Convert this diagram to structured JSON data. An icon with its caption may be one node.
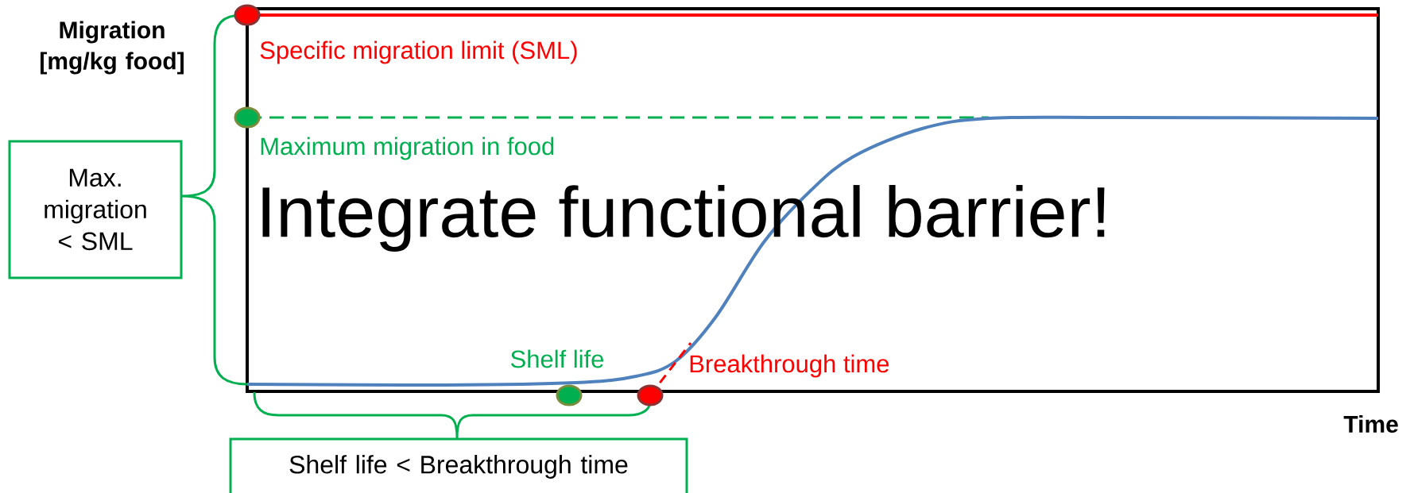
{
  "diagram": {
    "nodes": [
      {
        "text": [
          "Max. migration < SML"
        ]
      },
      {
        "text": [
          "Shelf life < Breakthrough time"
        ]
      }
    ],
    "labels": [
      "Migration [mg/kg food]",
      "Specific migration limit (SML)",
      "Maximum migration in food",
      "Integrate functional barrier!",
      "Shelf life",
      "Breakthrough time",
      "Time"
    ]
  }
}
